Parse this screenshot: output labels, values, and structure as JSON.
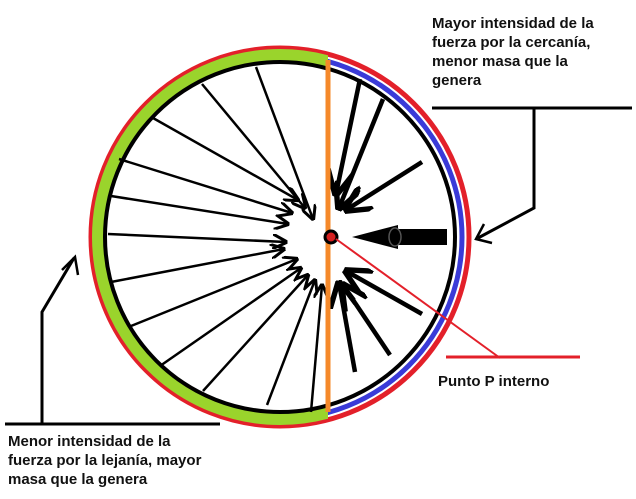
{
  "labels": {
    "near_side": "Mayor intensidad de la\nfuerza por la cercanía,\nmenor masa que la\ngenera",
    "far_side": "Menor intensidad de la\nfuerza por la lejanía, mayor\nmasa que la genera",
    "point": "Punto P interno"
  },
  "colors": {
    "outer_ring": "#e3202a",
    "left_band": "#9ad42c",
    "right_band": "#3a3ad8",
    "divider": "#f5892a",
    "stroke": "#000000"
  }
}
